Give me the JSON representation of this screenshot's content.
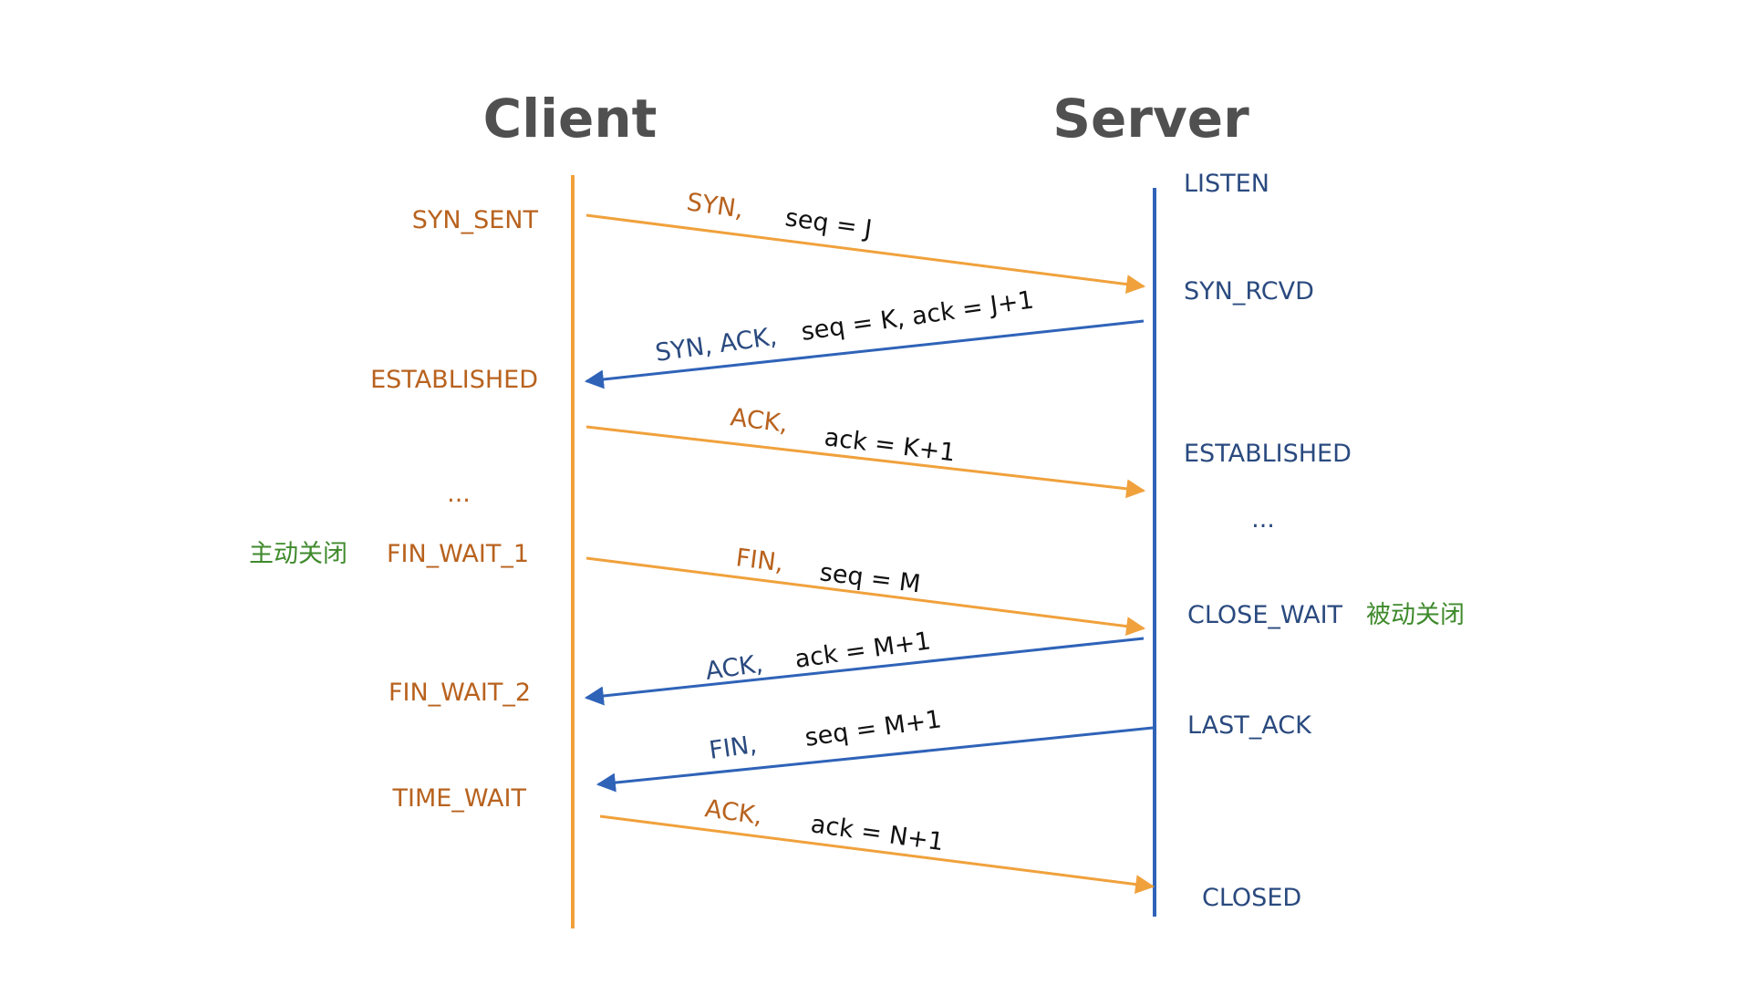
{
  "colors": {
    "client": "#f0a13c",
    "client_text": "#b8621e",
    "server": "#2f63b8",
    "server_text": "#2a4a7f",
    "note": "#3f8a2c",
    "params": "#111111",
    "header": "#505050"
  },
  "headers": {
    "client": "Client",
    "server": "Server"
  },
  "client_states": [
    "SYN_SENT",
    "ESTABLISHED",
    "...",
    "FIN_WAIT_1",
    "FIN_WAIT_2",
    "TIME_WAIT"
  ],
  "server_states": [
    "LISTEN",
    "SYN_RCVD",
    "ESTABLISHED",
    "...",
    "CLOSE_WAIT",
    "LAST_ACK",
    "CLOSED"
  ],
  "notes": {
    "client": "主动关闭",
    "server": "被动关闭"
  },
  "messages": [
    {
      "from": "client",
      "name": "SYN,",
      "params": "seq = J"
    },
    {
      "from": "server",
      "name": "SYN, ACK,",
      "params": "seq = K, ack = J+1"
    },
    {
      "from": "client",
      "name": "ACK,",
      "params": "ack = K+1"
    },
    {
      "from": "client",
      "name": "FIN,",
      "params": "seq = M"
    },
    {
      "from": "server",
      "name": "ACK,",
      "params": "ack = M+1"
    },
    {
      "from": "server",
      "name": "FIN,",
      "params": "seq = M+1"
    },
    {
      "from": "client",
      "name": "ACK,",
      "params": "ack = N+1"
    }
  ]
}
